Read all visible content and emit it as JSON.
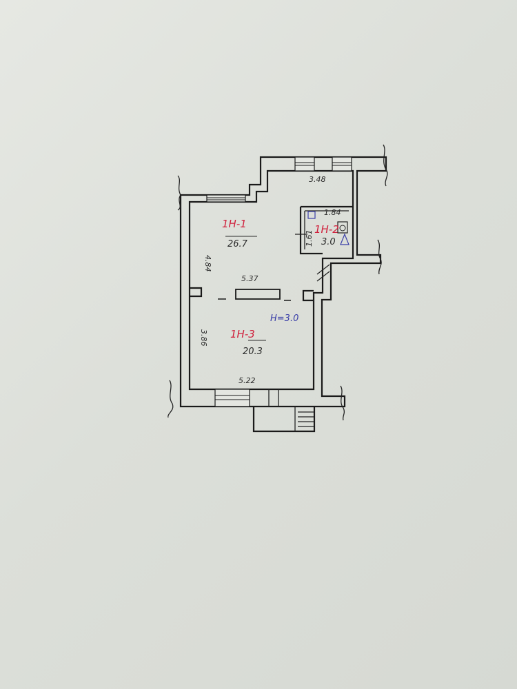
{
  "plan": {
    "rooms": [
      {
        "id": "1Н-1",
        "area": "26.7"
      },
      {
        "id": "1Н-2",
        "area": "3.0"
      },
      {
        "id": "1Н-3",
        "area": "20.3"
      }
    ],
    "dimensions": {
      "top": "3.48",
      "wc_width": "1.84",
      "wc_depth": "1.61",
      "middle": "5.37",
      "left_upper": "4.84",
      "left_lower": "3.86",
      "bottom": "5.22"
    },
    "ceiling_height": "Н=3.0",
    "colors": {
      "wall": "#1a1a1a",
      "room_id": "#d0203c",
      "height": "#3b3fa8"
    }
  }
}
